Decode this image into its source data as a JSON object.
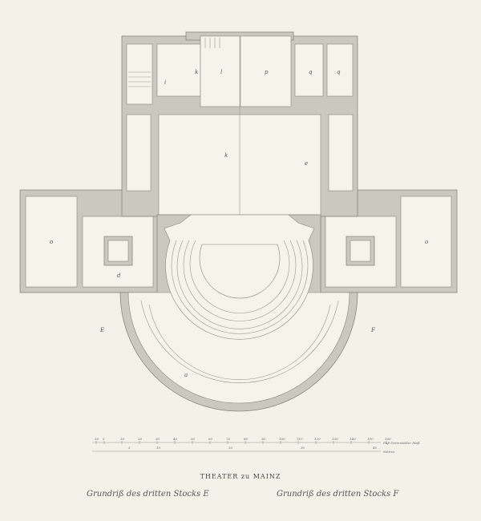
{
  "title": "THEATER zu MAINZ",
  "captions": {
    "left": "Grundriß des dritten Stocks E",
    "right": "Grundriß des dritten Stocks F"
  },
  "section_marks": {
    "left": "E",
    "right": "F"
  },
  "room_labels": {
    "i": "i",
    "k": "k",
    "l": "l",
    "p": "p",
    "q1": "q",
    "q2": "q",
    "stage": "k",
    "side": "e",
    "wing_left": "o",
    "wing_right": "o",
    "stair_left": "d",
    "aud": "a"
  },
  "scale": {
    "feet_label": "Fuß Darmstädter Maß",
    "feet_ticks": [
      "10",
      "5",
      "10",
      "20",
      "30",
      "40",
      "50",
      "60",
      "70",
      "80",
      "90",
      "100",
      "110",
      "120",
      "130",
      "140",
      "150",
      "160"
    ],
    "metres_label": "Mètres",
    "metres_ticks": [
      "5",
      "10",
      "20",
      "30",
      "40"
    ]
  }
}
